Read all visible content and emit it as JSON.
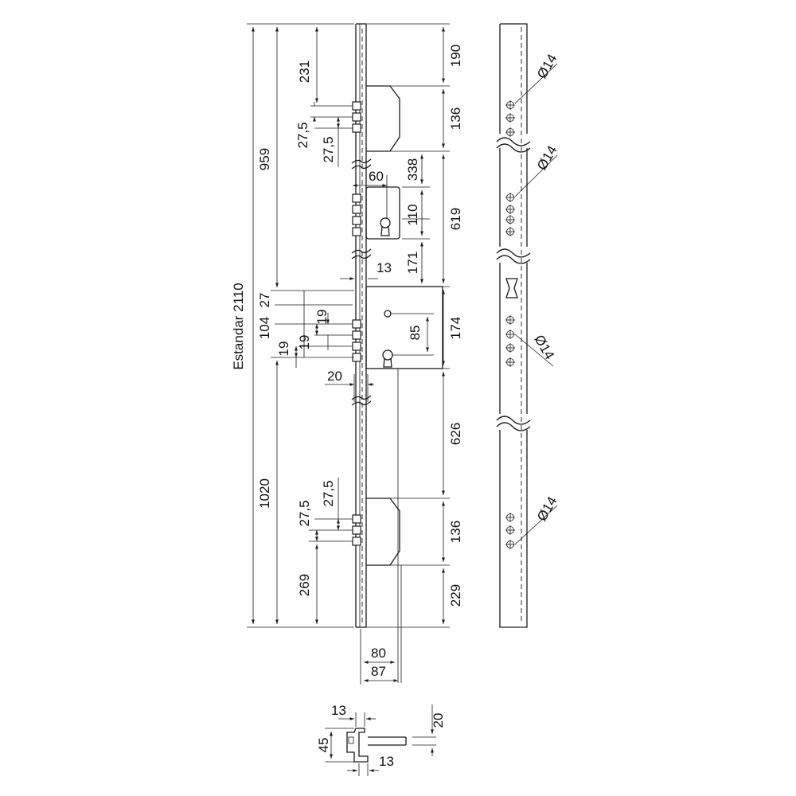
{
  "dimensions": {
    "overall_height": "Estandar 2110",
    "d959": "959",
    "d1020": "1020",
    "d231": "231",
    "d27_5_a": "27,5",
    "d27_5_b": "27,5",
    "d60": "60",
    "d338": "338",
    "d110": "110",
    "d171": "171",
    "d13_mid": "13",
    "d27": "27",
    "d104": "104",
    "d19_a": "19",
    "d19_b": "19",
    "d19_c": "19",
    "d85": "85",
    "d20_mid": "20",
    "d27_5_c": "27,5",
    "d27_5_d": "27,5",
    "d269": "269",
    "d80": "80",
    "d87": "87",
    "d190": "190",
    "d136_top": "136",
    "d619": "619",
    "d174": "174",
    "d626": "626",
    "d136_bot": "136",
    "d229": "229",
    "d13_sec_top": "13",
    "d20_sec": "20",
    "d45": "45",
    "d13_sec_bot": "13"
  },
  "holes": {
    "h1": "Ø14",
    "h2": "Ø14",
    "h3": "Ø14",
    "h4": "Ø14"
  }
}
